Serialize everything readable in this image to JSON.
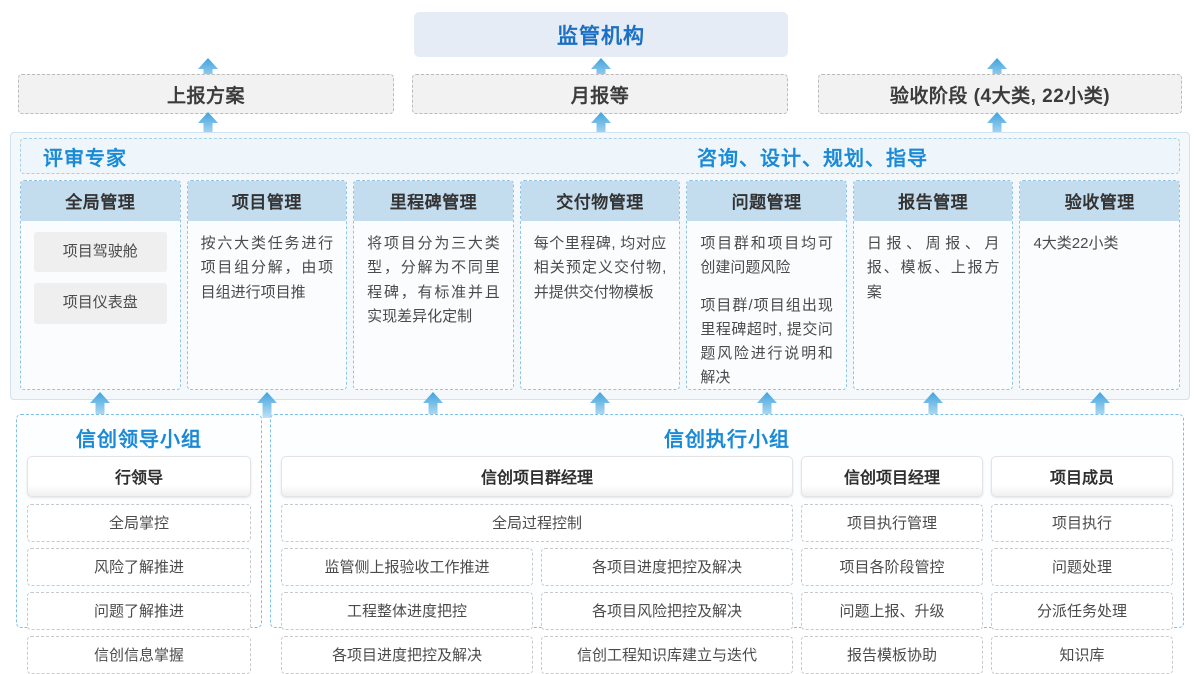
{
  "top": {
    "authority": "监管机构",
    "submissions": [
      {
        "label": "上报方案"
      },
      {
        "label": "月报等"
      },
      {
        "label": "验收阶段 (4大类, 22小类)"
      }
    ]
  },
  "middle": {
    "left_label": "评审专家",
    "mid_label": "咨询、设计、规划、指导",
    "cards": [
      {
        "title": "全局管理",
        "pills": [
          "项目驾驶舱",
          "项目仪表盘"
        ],
        "paragraphs": []
      },
      {
        "title": "项目管理",
        "pills": [],
        "paragraphs": [
          "按六大类任务进行项目组分解，由项目组进行项目推"
        ]
      },
      {
        "title": "里程碑管理",
        "pills": [],
        "paragraphs": [
          "将项目分为三大类型，分解为不同里程碑，有标准并且实现差异化定制"
        ]
      },
      {
        "title": "交付物管理",
        "pills": [],
        "paragraphs": [
          "每个里程碑, 均对应相关预定义交付物, 并提供交付物模板"
        ]
      },
      {
        "title": "问题管理",
        "pills": [],
        "paragraphs": [
          "项目群和项目均可创建问题风险",
          "项目群/项目组出现里程碑超时, 提交问题风险进行说明和解决"
        ]
      },
      {
        "title": "报告管理",
        "pills": [],
        "paragraphs": [
          "日报、周报、月报、模板、上报方案"
        ]
      },
      {
        "title": "验收管理",
        "pills": [],
        "paragraphs": [
          "4大类22小类"
        ]
      }
    ]
  },
  "bottom": {
    "leading_group": {
      "title": "信创领导小组",
      "role": "行领导",
      "items": [
        "全局掌控",
        "风险了解推进",
        "问题了解推进",
        "信创信息掌握"
      ]
    },
    "exec_group": {
      "title": "信创执行小组",
      "program_manager": {
        "role": "信创项目群经理",
        "full_width_item": "全局过程控制",
        "left_items": [
          "监管侧上报验收工作推进",
          "工程整体进度把控",
          "各项目进度把控及解决"
        ],
        "right_items": [
          "各项目进度把控及解决",
          "各项目风险把控及解决",
          "信创工程知识库建立与迭代"
        ]
      },
      "project_manager": {
        "role": "信创项目经理",
        "items": [
          "项目执行管理",
          "项目各阶段管控",
          "问题上报、升级",
          "报告模板协助"
        ]
      },
      "members": {
        "role": "项目成员",
        "items": [
          "项目执行",
          "问题处理",
          "分派任务处理",
          "知识库"
        ]
      }
    }
  },
  "colors": {
    "accent_blue": "#1b8ad6",
    "header_blue": "#1b6fc4",
    "card_header_bg": "#c3dcee",
    "band_bg": "#f4f8fb",
    "arrow": "#49a8e0"
  }
}
